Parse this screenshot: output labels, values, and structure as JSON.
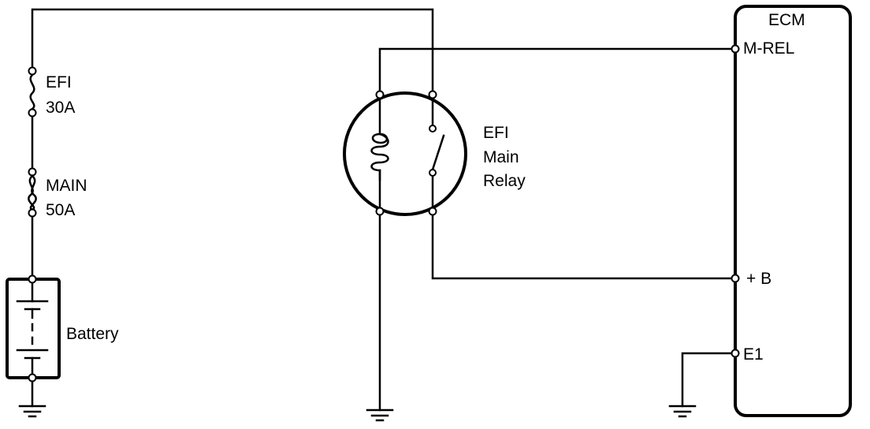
{
  "fuse_efi": {
    "name": "EFI",
    "rating": "30A"
  },
  "fuse_main": {
    "name": "MAIN",
    "rating": "50A"
  },
  "battery": {
    "label": "Battery"
  },
  "relay": {
    "line1": "EFI",
    "line2": "Main",
    "line3": "Relay"
  },
  "ecm": {
    "title": "ECM",
    "pins": {
      "m_rel": "M-REL",
      "plus_b": "+ B",
      "e1": "E1"
    }
  }
}
